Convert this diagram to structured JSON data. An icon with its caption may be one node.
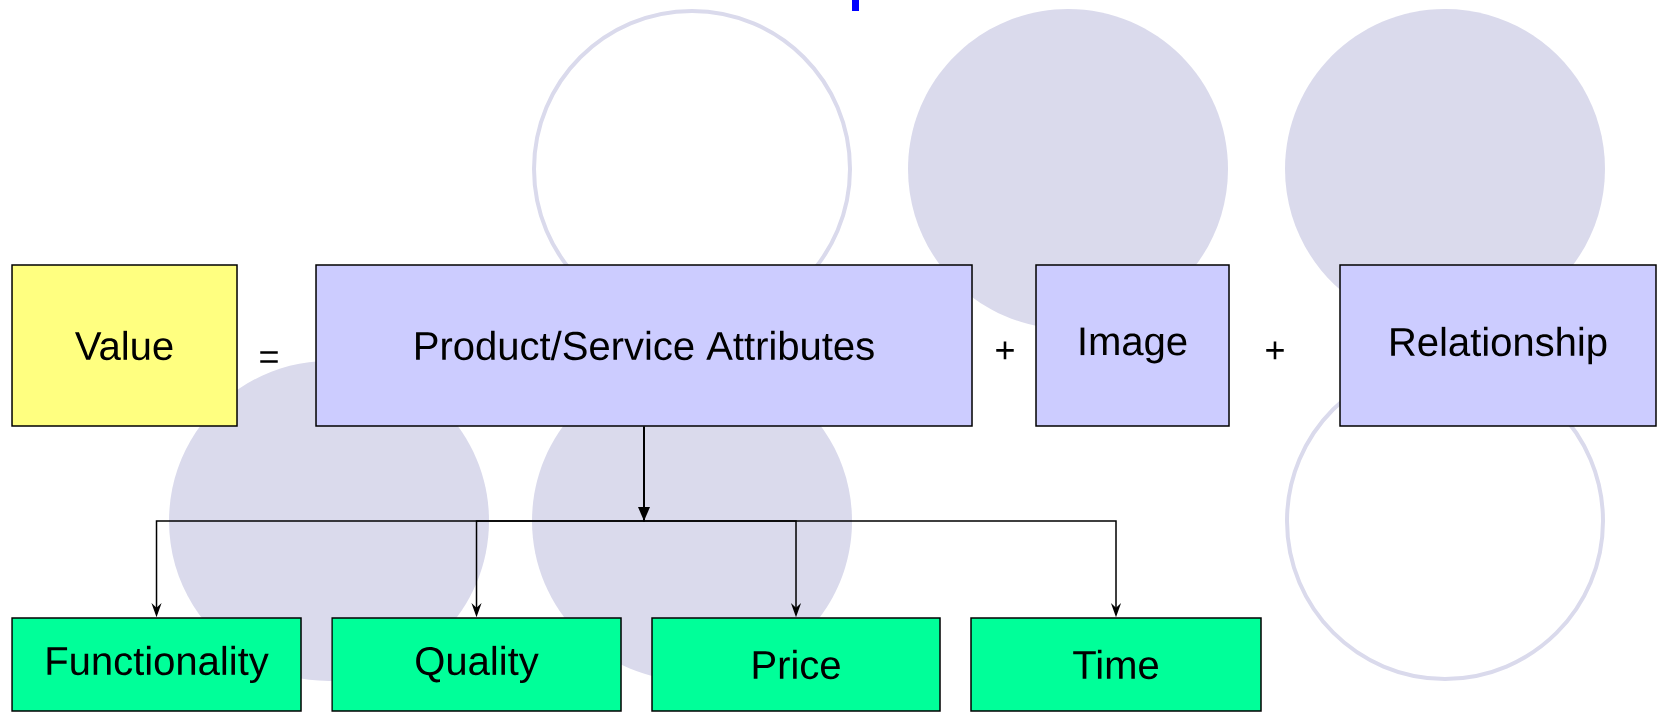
{
  "diagram": {
    "nodes": [
      {
        "text": [
          "Value"
        ]
      },
      {
        "text": [
          "Product/Service Attributes"
        ]
      },
      {
        "text": [
          "Image"
        ]
      },
      {
        "text": [
          "Relationship"
        ]
      },
      {
        "text": [
          "Functionality"
        ]
      },
      {
        "text": [
          "Quality"
        ]
      },
      {
        "text": [
          "Price"
        ]
      },
      {
        "text": [
          "Time"
        ]
      }
    ],
    "edges": [
      {
        "from": 1,
        "to": 4,
        "arrow": "to"
      },
      {
        "from": 1,
        "to": 5,
        "arrow": "to"
      },
      {
        "from": 1,
        "to": 6,
        "arrow": "to"
      },
      {
        "from": 1,
        "to": 7,
        "arrow": "to"
      }
    ],
    "labels": [
      "=",
      "+",
      "+"
    ]
  }
}
